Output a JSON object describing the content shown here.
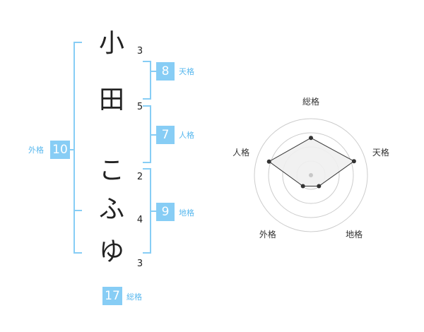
{
  "name": {
    "chars": [
      "小",
      "田",
      "こ",
      "ふ",
      "ゆ"
    ],
    "strokes": [
      "3",
      "5",
      "2",
      "4",
      "3"
    ]
  },
  "fortune": {
    "tenkaku": {
      "value": "8",
      "label": "天格"
    },
    "jinkaku": {
      "value": "7",
      "label": "人格"
    },
    "chikaku": {
      "value": "9",
      "label": "地格"
    },
    "gaikaku": {
      "value": "10",
      "label": "外格"
    },
    "soukaku": {
      "value": "17",
      "label": "総格"
    }
  },
  "chart_data": {
    "type": "radar",
    "axes": [
      "総格",
      "天格",
      "地格",
      "外格",
      "人格"
    ],
    "values": [
      3.3,
      4.0,
      1.2,
      1.2,
      3.9
    ],
    "max": 5,
    "rings": 4,
    "colors": {
      "fill": "#f0f0f0",
      "line": "#333333",
      "grid": "#cccccc",
      "point": "#333333",
      "center": "#c8c8c8"
    }
  }
}
